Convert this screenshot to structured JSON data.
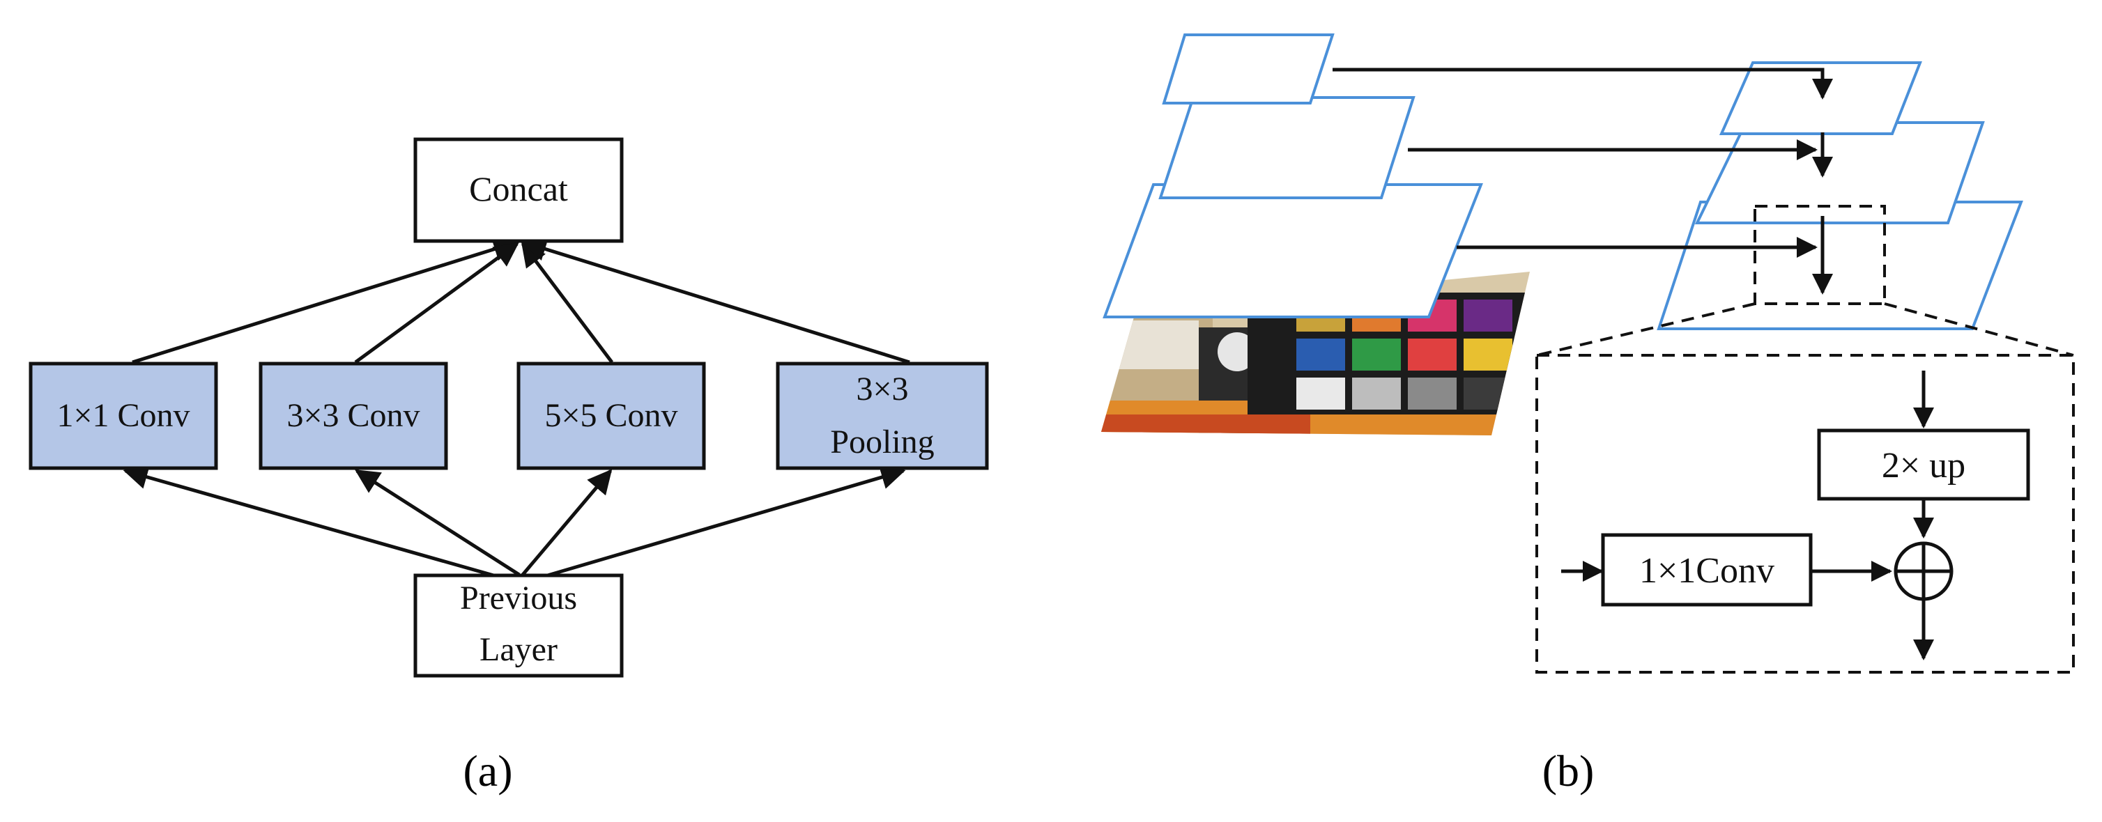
{
  "panel_a": {
    "concat": "Concat",
    "branches": [
      "1×1 Conv",
      "3×3 Conv",
      "5×5 Conv",
      "3×3",
      "Pooling"
    ],
    "previous": [
      "Previous",
      "Layer"
    ],
    "caption": "(a)"
  },
  "panel_b": {
    "upsample": "2× up",
    "lateral_conv": "1×1Conv",
    "caption": "(b)"
  },
  "colors": {
    "branch_fill": "#b4c6e7",
    "plane_stroke": "#4a90d9",
    "checker": [
      "#c8a23a",
      "#e07a2e",
      "#d6346a",
      "#6a2a86",
      "#2a5db0",
      "#2f9a46",
      "#e04040",
      "#e8c030",
      "#e9e9e9",
      "#bdbdbd",
      "#8a8a8a",
      "#3b3b3b"
    ]
  }
}
